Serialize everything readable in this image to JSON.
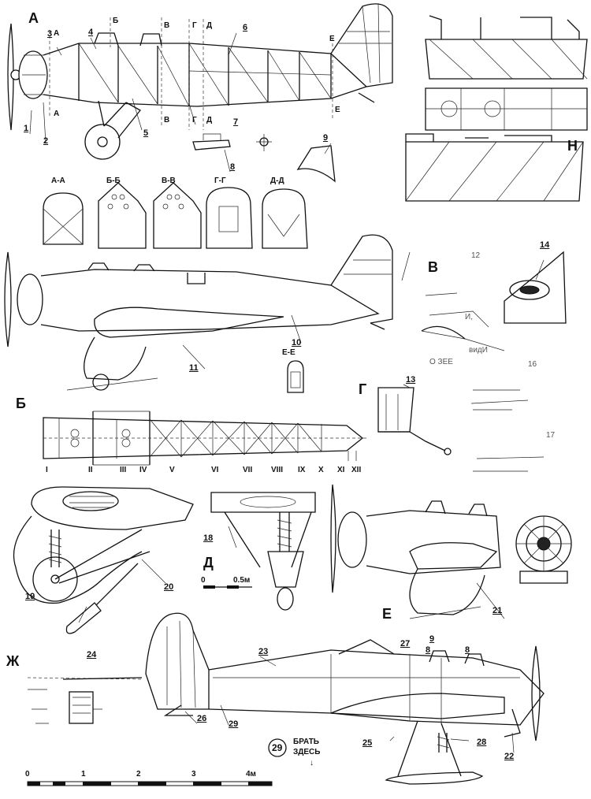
{
  "views": {
    "A": "А",
    "B": "Б",
    "V": "В",
    "G": "Г",
    "D": "Д",
    "E": "Е",
    "Zh": "Ж",
    "N": "Н"
  },
  "section_marks": {
    "a1": "А",
    "a2": "А",
    "b1": "Б",
    "v1": "В",
    "v2": "В",
    "g1": "Г",
    "d1": "Д",
    "g2": "Г",
    "d2": "Д",
    "e1": "Е",
    "e2": "Е"
  },
  "sections": [
    "А-А",
    "Б-Б",
    "В-В",
    "Г-Г",
    "Д-Д",
    "Е-Е"
  ],
  "callouts": [
    "1",
    "2",
    "3",
    "4",
    "5",
    "6",
    "7",
    "8",
    "9",
    "10",
    "11",
    "12",
    "13",
    "14",
    "16",
    "17",
    "18",
    "19",
    "20",
    "21",
    "22",
    "23",
    "24",
    "25",
    "26",
    "27",
    "28",
    "29"
  ],
  "callout_extra": {
    "c8b": "8",
    "c9b": "9",
    "c29b": "29"
  },
  "frames": [
    "I",
    "II",
    "III",
    "IV",
    "V",
    "VI",
    "VII",
    "VIII",
    "IX",
    "X",
    "XI",
    "XII"
  ],
  "detail_scale": {
    "start": "0",
    "end": "0.5м"
  },
  "main_scale": [
    "0",
    "1",
    "2",
    "3",
    "4м"
  ],
  "note": {
    "num": "29",
    "line1": "БРАТЬ",
    "line2": "ЗДЕСЬ",
    "arrow": "↓"
  },
  "view_v_text": {
    "t1": "И,",
    "t2": "видИ",
    "t3": "О ЗЕЕ"
  }
}
